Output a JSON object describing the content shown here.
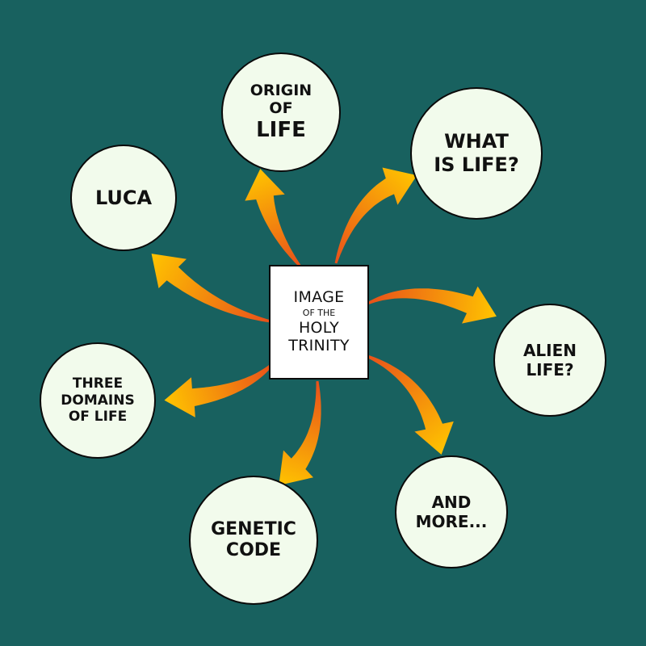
{
  "colors": {
    "background": "#18615f",
    "circle_fill": "#f2fbec",
    "arrow_start": "#e8501a",
    "arrow_end": "#ffc400"
  },
  "center": {
    "line1": "IMAGE",
    "line2": "OF THE",
    "line3": "HOLY",
    "line4": "TRINITY"
  },
  "topics": [
    {
      "id": "luca",
      "lines": [
        "LUCA"
      ]
    },
    {
      "id": "origin",
      "lines": [
        "ORIGIN",
        "OF",
        "LIFE"
      ]
    },
    {
      "id": "whatis",
      "lines": [
        "WHAT",
        "IS LIFE?"
      ]
    },
    {
      "id": "alien",
      "lines": [
        "ALIEN",
        "LIFE?"
      ]
    },
    {
      "id": "more",
      "lines": [
        "AND",
        "MORE..."
      ]
    },
    {
      "id": "genetic",
      "lines": [
        "GENETIC",
        "CODE"
      ]
    },
    {
      "id": "domains",
      "lines": [
        "THREE",
        "DOMAINS",
        "OF LIFE"
      ]
    }
  ]
}
